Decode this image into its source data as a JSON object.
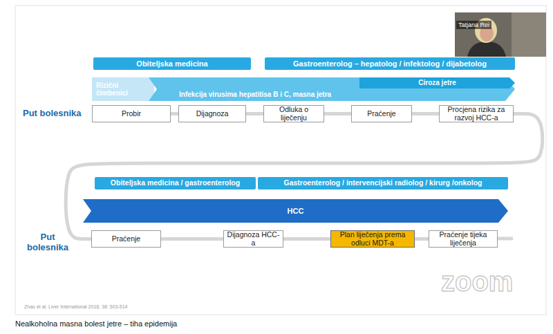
{
  "diagram": {
    "caption": "Nealkoholna masna bolest jetre – tiha epidemija",
    "nodes": [
      {
        "text": [
          "Obiteljska medicina"
        ]
      },
      {
        "text": [
          "Gastroenterolog – hepatolog / infektolog / dijabetolog"
        ]
      },
      {
        "text": [
          "Rizični čimbenici"
        ]
      },
      {
        "text": [
          "Infekcija virusima hepatitisa B i C, masna jetra"
        ]
      },
      {
        "text": [
          "Ciroza jetre"
        ],
        "in": 3
      },
      {
        "text": [
          "Probir"
        ]
      },
      {
        "text": [
          "Dijagnoza"
        ]
      },
      {
        "text": [
          "Odluka o liječenju"
        ]
      },
      {
        "text": [
          "Praćenje"
        ]
      },
      {
        "text": [
          "Procjena rizika za razvoj HCC-a"
        ]
      },
      {
        "text": [
          "Obiteljska medicina / gastroenterolog"
        ]
      },
      {
        "text": [
          "Gastroenterolog / intervencijski radiolog / kirurg /onkolog"
        ]
      },
      {
        "text": [
          "HCC"
        ]
      },
      {
        "text": [
          "Praćenje"
        ]
      },
      {
        "text": [
          "Dijagnoza HCC-a"
        ]
      },
      {
        "text": [
          "Plan liječenja prema odluci MDT-a"
        ]
      },
      {
        "text": [
          "Praćenje tijeka liječenja"
        ]
      }
    ],
    "edges": [
      {
        "from": 5,
        "to": 6,
        "arrow": "none"
      },
      {
        "from": 6,
        "to": 7,
        "arrow": "none"
      },
      {
        "from": 7,
        "to": 8,
        "arrow": "none"
      },
      {
        "from": 8,
        "to": 9,
        "arrow": "none"
      },
      {
        "from": 9,
        "to": 13,
        "arrow": "none"
      },
      {
        "from": 13,
        "to": 14,
        "arrow": "none"
      },
      {
        "from": 14,
        "to": 15,
        "arrow": "none"
      },
      {
        "from": 15,
        "to": 16,
        "arrow": "none"
      }
    ],
    "labels": [
      "Put bolesnika",
      "Put bolesnika",
      "Zhao et al. Liver International 2018, 38: 503-514",
      "Tatjana Rei",
      "zoom"
    ]
  }
}
